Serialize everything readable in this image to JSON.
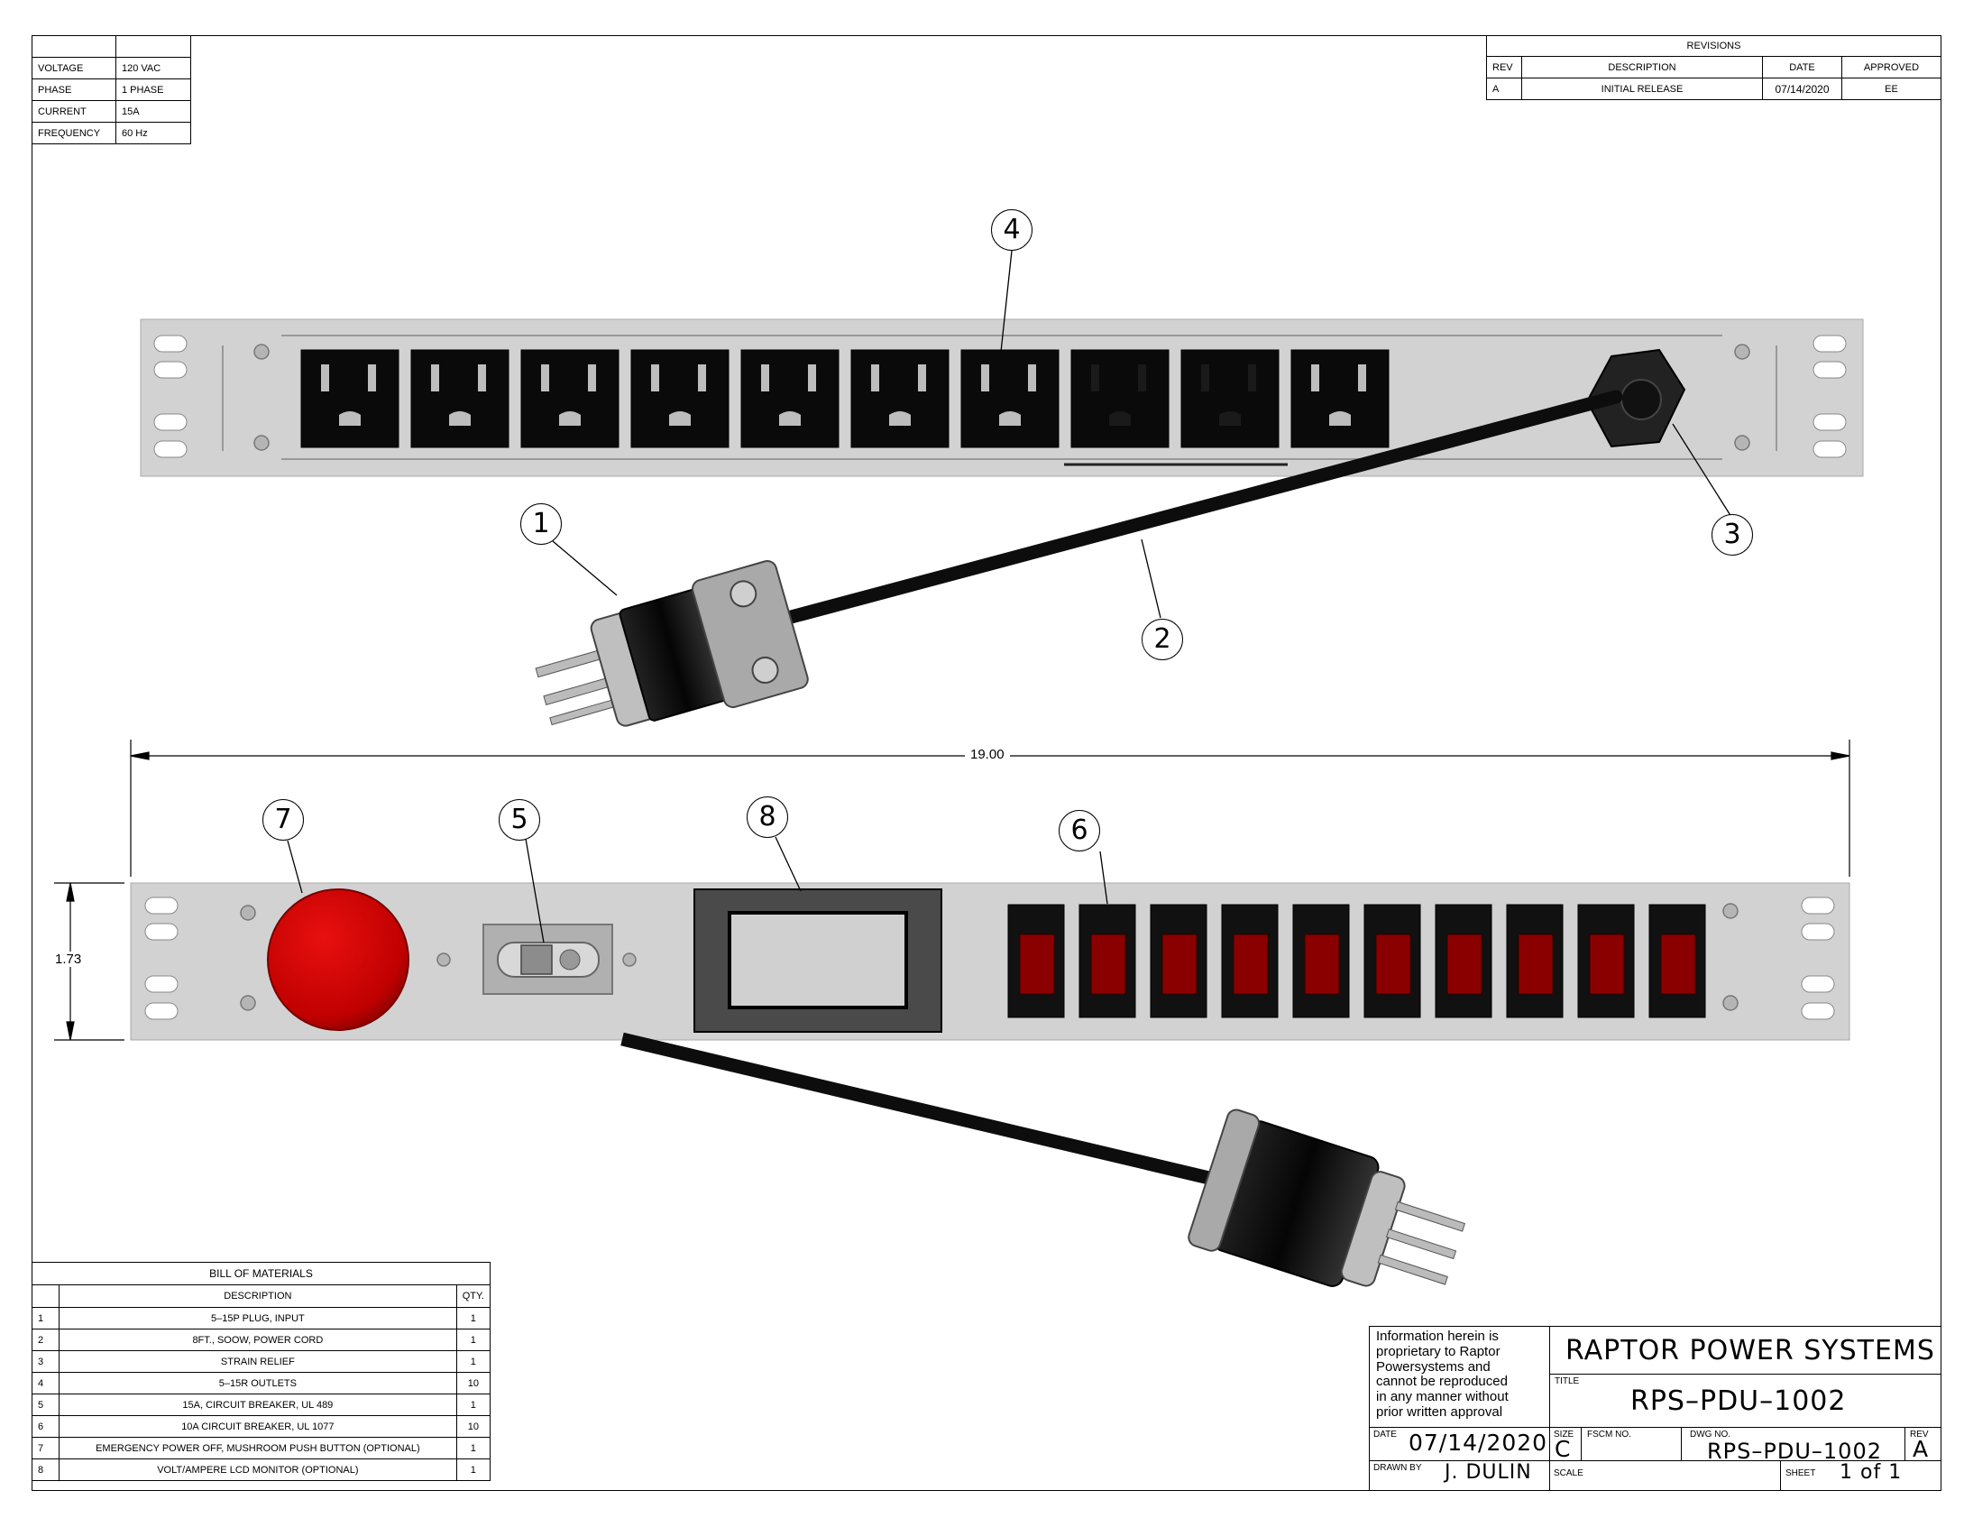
{
  "specs": [
    {
      "label": "VOLTAGE",
      "value": "120 VAC"
    },
    {
      "label": "PHASE",
      "value": "1 PHASE"
    },
    {
      "label": "CURRENT",
      "value": "15A"
    },
    {
      "label": "FREQUENCY",
      "value": "60 Hz"
    }
  ],
  "revisions": {
    "title": "REVISIONS",
    "headers": {
      "rev": "REV",
      "description": "DESCRIPTION",
      "date": "DATE",
      "approved": "APPROVED"
    },
    "rows": [
      {
        "rev": "A",
        "description": "INITIAL RELEASE",
        "date": "07/14/2020",
        "approved": "EE"
      }
    ]
  },
  "drawing": {
    "balloons": [
      "1",
      "2",
      "3",
      "4",
      "5",
      "6",
      "7",
      "8"
    ],
    "width_dim": "19.00",
    "height_dim": "1.73",
    "outlet_count": 10,
    "breaker_count": 10,
    "colors": {
      "panel": "#d0d0d0",
      "outlet": "#0a0a0a",
      "breaker_rocker": "#8a0000",
      "epo_button": "#c00000"
    }
  },
  "bom": {
    "title": "BILL OF MATERIALS",
    "headers": {
      "description": "DESCRIPTION",
      "qty": "QTY."
    },
    "rows": [
      {
        "num": "1",
        "description": "5–15P PLUG, INPUT",
        "qty": "1"
      },
      {
        "num": "2",
        "description": "8FT., SOOW, POWER CORD",
        "qty": "1"
      },
      {
        "num": "3",
        "description": "STRAIN RELIEF",
        "qty": "1"
      },
      {
        "num": "4",
        "description": "5–15R OUTLETS",
        "qty": "10"
      },
      {
        "num": "5",
        "description": "15A, CIRCUIT BREAKER, UL 489",
        "qty": "1"
      },
      {
        "num": "6",
        "description": "10A CIRCUIT BREAKER, UL 1077",
        "qty": "10"
      },
      {
        "num": "7",
        "description": "EMERGENCY POWER OFF, MUSHROOM PUSH BUTTON (OPTIONAL)",
        "qty": "1"
      },
      {
        "num": "8",
        "description": "VOLT/AMPERE LCD MONITOR (OPTIONAL)",
        "qty": "1"
      }
    ]
  },
  "title_block": {
    "notice_lines": [
      "Information herein is",
      "proprietary to Raptor",
      "Powersystems and",
      "cannot be reproduced",
      "in any manner without",
      "prior written approval"
    ],
    "company": "RAPTOR POWER SYSTEMS",
    "title_label": "TITLE",
    "title": "RPS–PDU–1002",
    "date_label": "DATE",
    "date": "07/14/2020",
    "drawn_by_label": "DRAWN BY",
    "drawn_by": "J. DULIN",
    "size_label": "SIZE",
    "size": "C",
    "fscm_label": "FSCM NO.",
    "dwg_label": "DWG NO.",
    "dwg_no": "RPS–PDU–1002",
    "rev_label": "REV",
    "rev": "A",
    "scale_label": "SCALE",
    "sheet_label": "SHEET",
    "sheet": "1 of 1"
  }
}
